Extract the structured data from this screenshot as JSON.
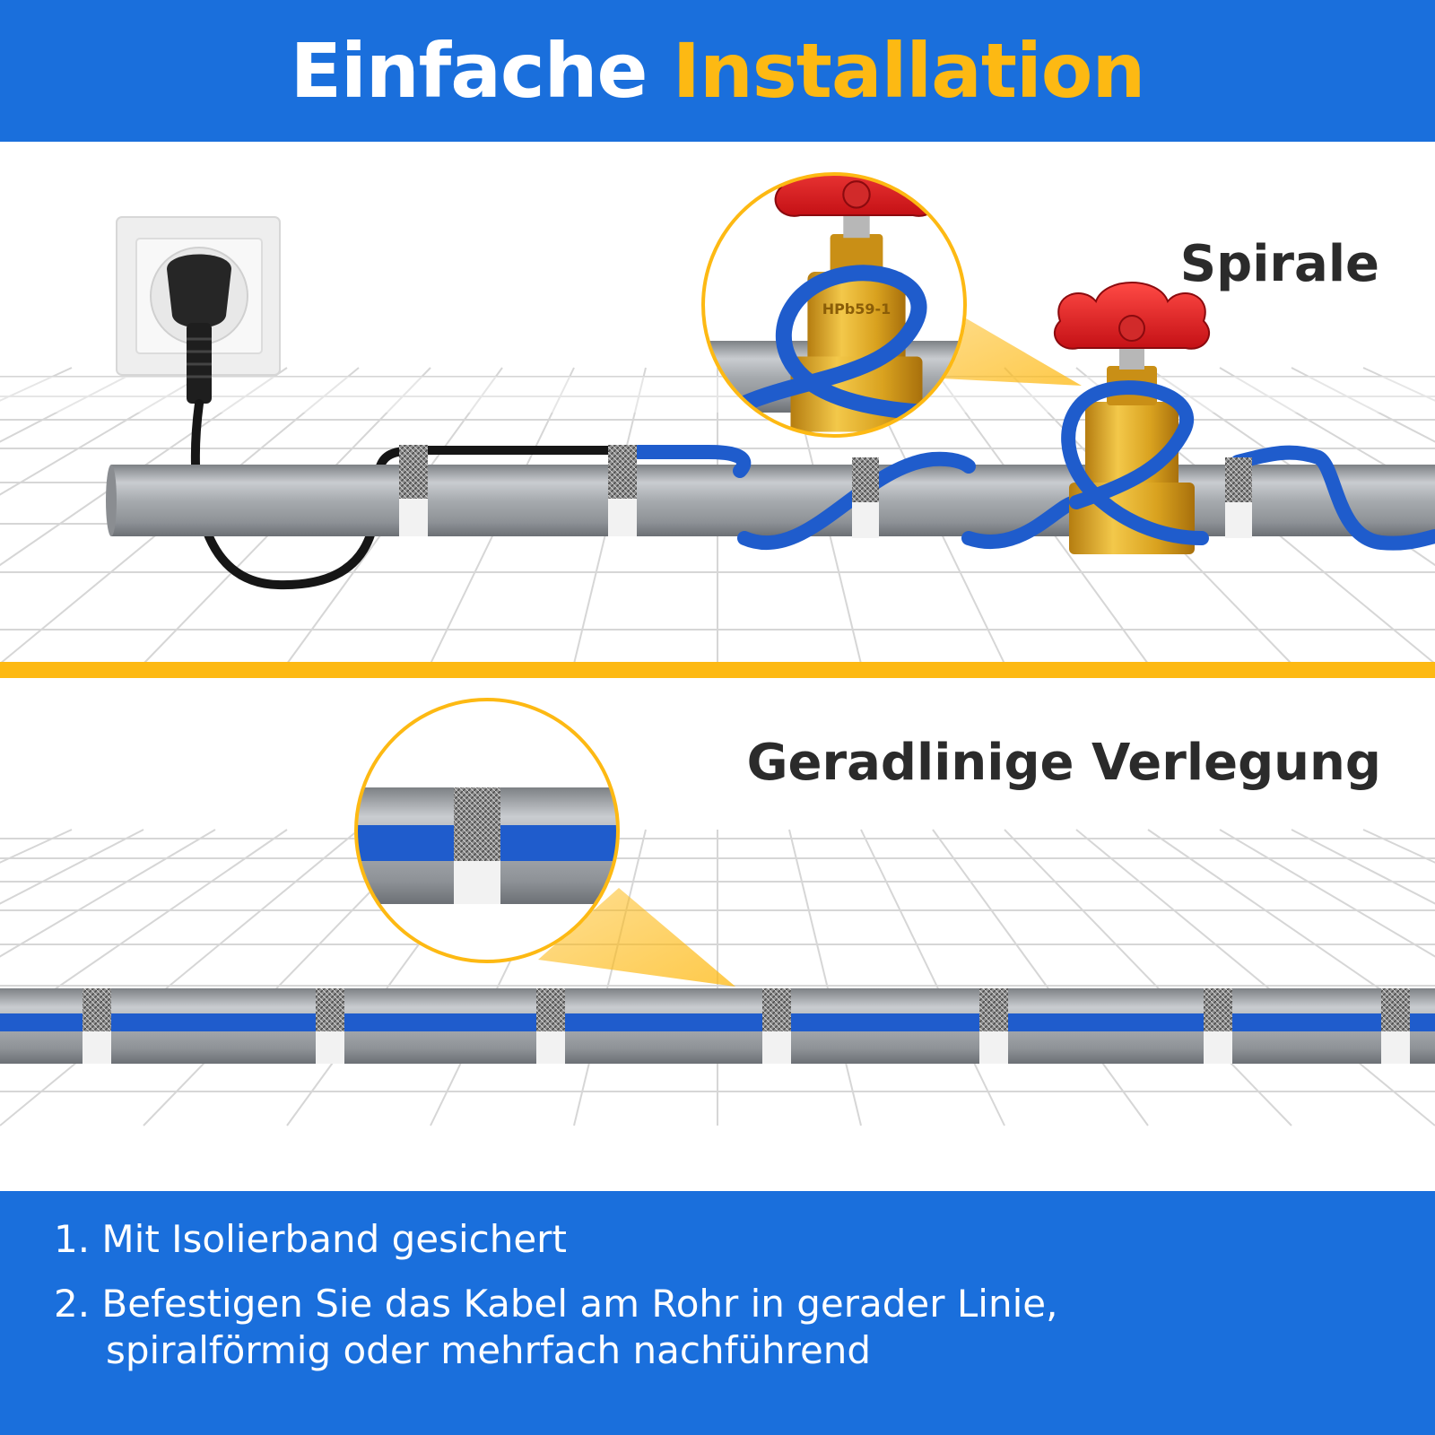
{
  "header": {
    "title_white": "Einfache",
    "title_yellow": "Installation"
  },
  "labels": {
    "spirale": "Spirale",
    "geradlinig": "Geradlinige Verlegung"
  },
  "valve_marking": "HPb59-1",
  "footer": {
    "item1": "1. Mit Isolierband gesichert",
    "item2_line1": "2. Befestigen Sie das Kabel am Rohr in gerader Linie,",
    "item2_line2": "spiralförmig oder mehrfach nachführend"
  },
  "colors": {
    "header_blue": "#1a6fdc",
    "accent_yellow": "#fdb913",
    "cable_blue": "#1f5ccc",
    "valve_red": "#e31e24",
    "brass": "#d9a21f",
    "pipe_gray": "#a7abaf"
  },
  "icons": [
    "socket-icon",
    "plug-icon",
    "valve-icon",
    "magnifier-icon",
    "tape-icon"
  ]
}
